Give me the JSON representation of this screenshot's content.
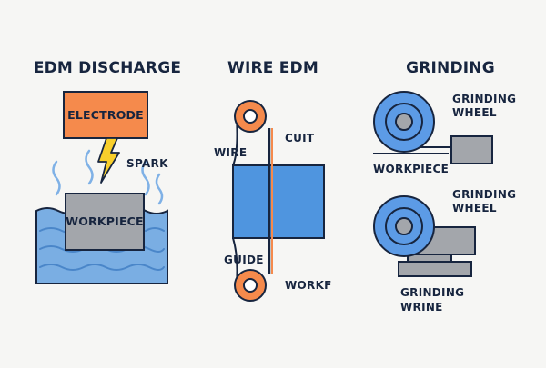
{
  "colors": {
    "background": "#f6f6f4",
    "outline": "#17253f",
    "electrode_orange": "#f58a4c",
    "workpiece_gray": "#a3a6ab",
    "water_blue": "#6fa8e0",
    "wire_blue": "#4f95df",
    "wheel_blue": "#5c9be6",
    "bolt_yellow": "#f8cf2c",
    "vapor_blue": "#7fb1e6",
    "guide_orange": "#f58a4c"
  },
  "icons": [
    "lightning-bolt-icon",
    "vapor-wave-icon",
    "water-wave-icon",
    "wire-spool-icon",
    "grinding-wheel-icon"
  ],
  "panels": {
    "edm": {
      "title": "EDM DISCHARGE",
      "electrode_label": "ELECTRODE",
      "spark_label": "SPARK",
      "workpiece_label": "WORKPIECE"
    },
    "wire": {
      "title": "WIRE EDM",
      "cuit_label": "CUIT",
      "wire_label": "WIRE",
      "guide_label": "GUIDE",
      "workf_label": "WORKF"
    },
    "grinding": {
      "title": "GRINDING",
      "wheel_label_1a": "GRINDING",
      "wheel_label_1b": "WHEEL",
      "workpiece_label": "WORKPIECE",
      "wheel_label_2a": "GRINDING",
      "wheel_label_2b": "WHEEL",
      "bottom_label_a": "GRINDING",
      "bottom_label_b": "WRINE"
    }
  }
}
